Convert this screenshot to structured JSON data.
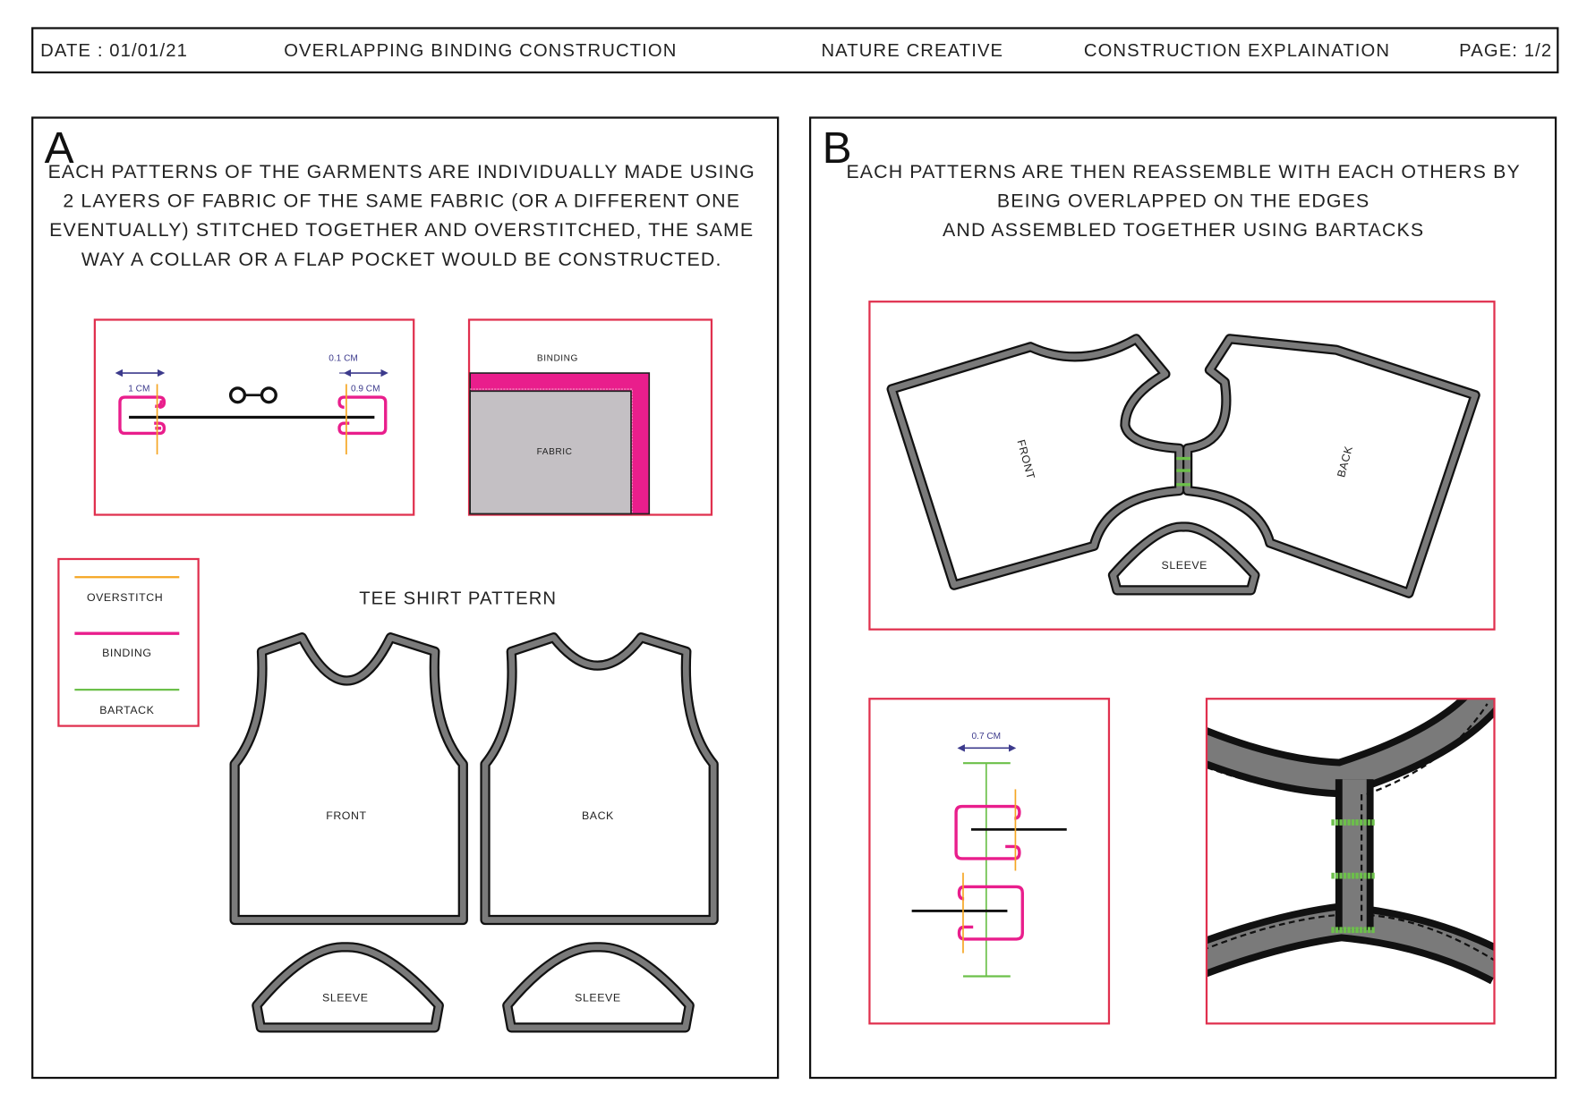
{
  "header": {
    "date": "DATE : 01/01/21",
    "title": "OVERLAPPING BINDING CONSTRUCTION",
    "brand": "NATURE CREATIVE",
    "section": "CONSTRUCTION EXPLAINATION",
    "page": "PAGE: 1/2"
  },
  "panel_a": {
    "letter": "A",
    "text": [
      "EACH PATTERNS OF THE GARMENTS ARE INDIVIDUALLY MADE USING",
      "2 LAYERS OF FABRIC OF THE SAME FABRIC (OR A DIFFERENT ONE",
      "EVENTUALLY) STITCHED TOGETHER AND OVERSTITCHED, THE SAME",
      "WAY A COLLAR OR A FLAP POCKET WOULD BE CONSTRUCTED."
    ],
    "section_diagram": {
      "dim_left": "1 CM",
      "dim_gap": "0.1 CM",
      "dim_right": "0.9 CM"
    },
    "corner_diagram": {
      "binding": "BINDING",
      "fabric": "FABRIC"
    },
    "legend": [
      {
        "label": "OVERSTITCH",
        "color": "#f5a623"
      },
      {
        "label": "BINDING",
        "color": "#e91e8c"
      },
      {
        "label": "BARTACK",
        "color": "#6cc04a"
      }
    ],
    "pattern_title": "TEE SHIRT PATTERN",
    "front": "FRONT",
    "back": "BACK",
    "sleeve": "SLEEVE"
  },
  "panel_b": {
    "letter": "B",
    "text": [
      "EACH PATTERNS ARE THEN REASSEMBLE WITH EACH OTHERS BY",
      "BEING OVERLAPPED ON THE EDGES",
      "AND ASSEMBLED TOGETHER USING BARTACKS"
    ],
    "front": "FRONT",
    "back": "BACK",
    "sleeve": "SLEEVE",
    "dim": "0.7 CM"
  }
}
